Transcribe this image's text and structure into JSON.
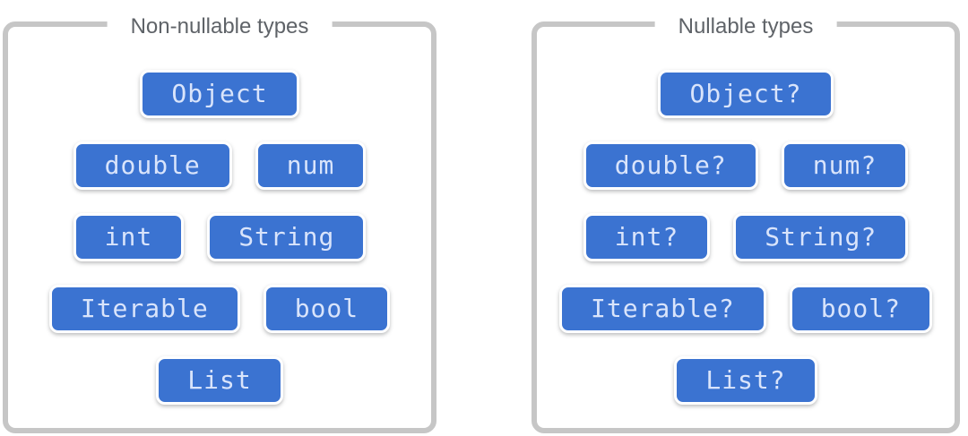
{
  "diagram": {
    "panels": [
      {
        "title": "Non-nullable types",
        "rows": [
          [
            "Object"
          ],
          [
            "double",
            "num"
          ],
          [
            "int",
            "String"
          ],
          [
            "Iterable",
            "bool"
          ],
          [
            "List"
          ]
        ]
      },
      {
        "title": "Nullable types",
        "rows": [
          [
            "Object?"
          ],
          [
            "double?",
            "num?"
          ],
          [
            "int?",
            "String?"
          ],
          [
            "Iterable?",
            "bool?"
          ],
          [
            "List?"
          ]
        ]
      }
    ],
    "colors": {
      "badge_background": "#3b73d1",
      "badge_text": "#d9e4fb",
      "badge_outline": "#ffffff",
      "panel_border": "#c6c6c6",
      "title_text": "#5f6368",
      "page_background": "#ffffff"
    }
  }
}
